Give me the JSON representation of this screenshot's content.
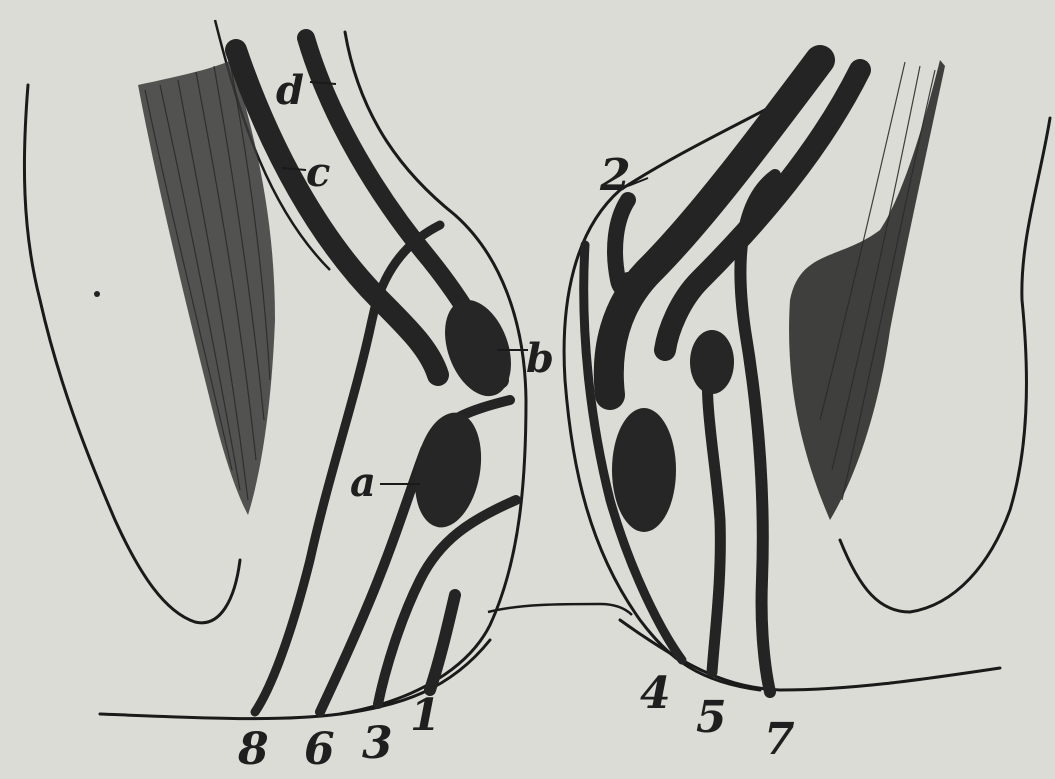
{
  "figure": {
    "labels": {
      "d": "d",
      "c": "c",
      "b": "b",
      "a": "a",
      "n2": "2",
      "n8": "8",
      "n6": "6",
      "n3": "3",
      "n1": "1",
      "n4": "4",
      "n5": "5",
      "n7": "7"
    },
    "colors": {
      "paper": "#dcdcd6",
      "ink": "#1f1f1f"
    }
  }
}
